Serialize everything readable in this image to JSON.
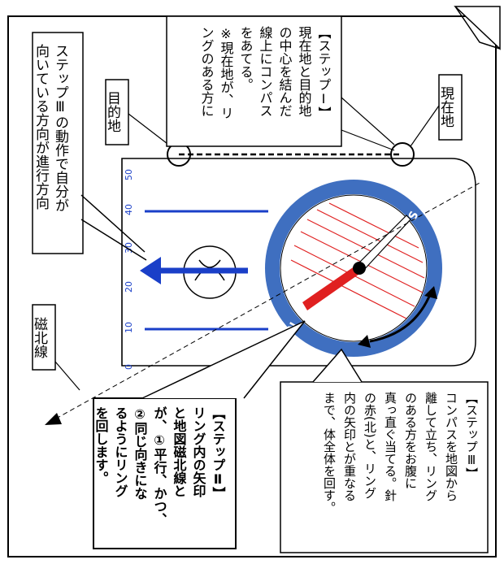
{
  "labels": {
    "mokutekichi": "目的地",
    "genzaichi": "現在地",
    "jihokusen": "磁北線",
    "shinkou": [
      "ステップⅢの動作で自分が",
      "向いている方向が進行方向"
    ]
  },
  "step1": {
    "title": "【ステップⅠ】",
    "lines": [
      "現在地と目的地",
      "の中心を結んだ",
      "線上にコンパス",
      "をあてる。",
      "※現在地が、リ",
      "ングのある方に"
    ]
  },
  "step2": {
    "title": "【ステップⅡ】",
    "lines": [
      "リング内の矢印",
      "と地図磁北線と",
      "が、①平行、かつ、",
      "②同じ向きにな",
      "るようにリング",
      "を回します。"
    ]
  },
  "step3": {
    "title": "【ステップⅢ】",
    "lines": [
      "コンパスを地図から",
      "離して立ち、リング",
      "のある方をお腹に",
      "真っ直ぐ当てる。針",
      "の赤(北)と、リング",
      "内の矢印とが重なる",
      "まで、体全体を回す。"
    ]
  },
  "scale": {
    "ticks": [
      "0",
      "10",
      "20",
      "30",
      "40",
      "50"
    ]
  },
  "ring": {
    "marks": [
      "N",
      "S"
    ]
  },
  "colors": {
    "ring_blue": "#3f6fc0",
    "arrow_blue": "#1a3fc8",
    "needle_red": "#e02020",
    "line": "#000000"
  }
}
